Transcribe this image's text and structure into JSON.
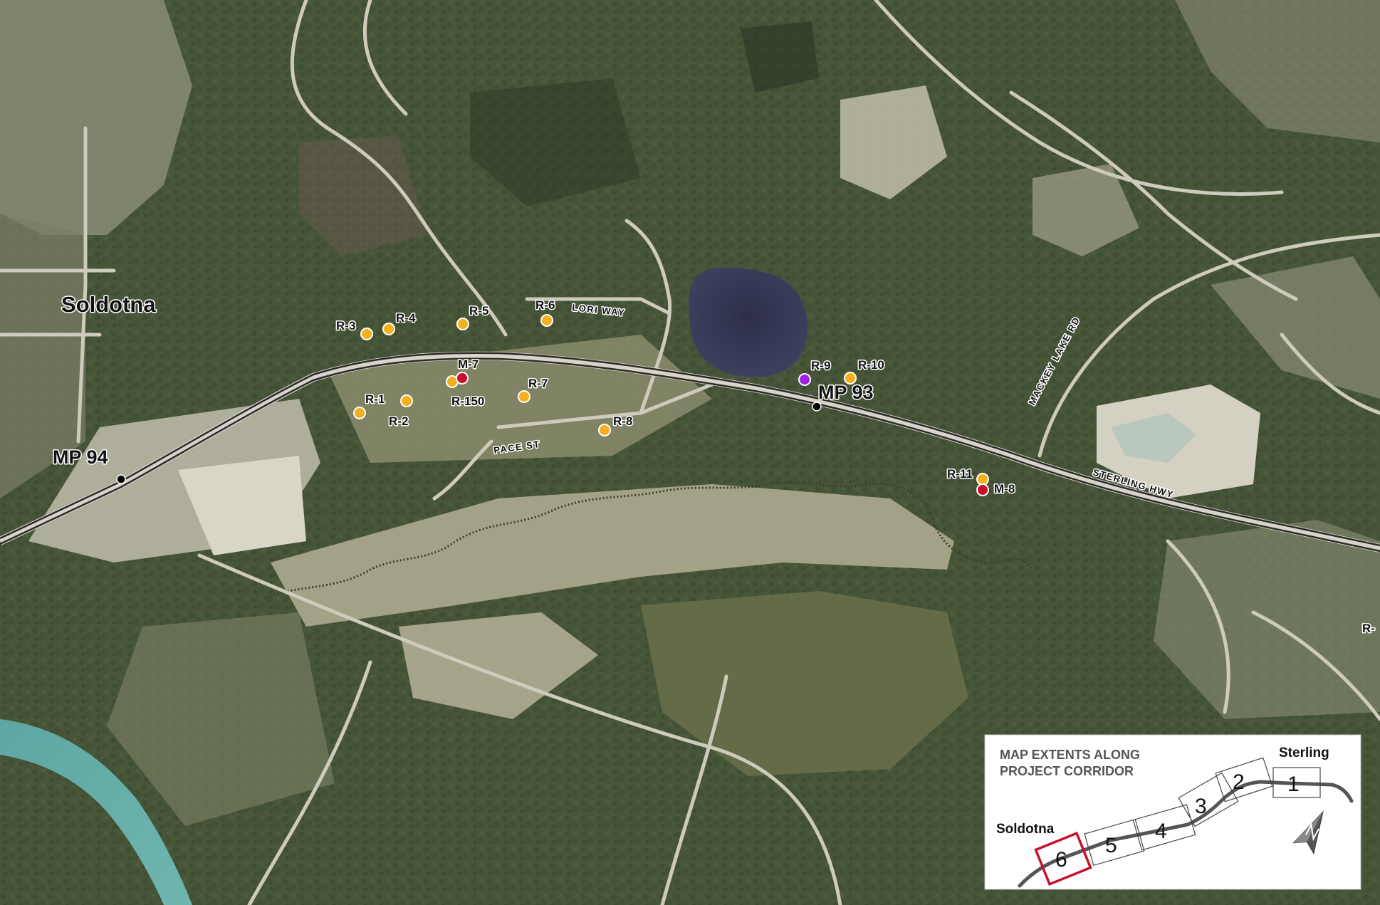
{
  "map": {
    "town_label": "Soldotna",
    "mileposts": [
      {
        "label": "MP 94"
      },
      {
        "label": "MP 93"
      }
    ],
    "roads": {
      "lori_way": "LORI WAY",
      "pace_st": "PACE ST",
      "mackey_lake_rd": "MACKEY LAKE RD",
      "sterling_hwy": "STERLING HWY"
    },
    "sites": [
      {
        "label": "R-1",
        "color": "#f2b01e"
      },
      {
        "label": "R-2",
        "color": "#f2b01e"
      },
      {
        "label": "R-3",
        "color": "#f2b01e"
      },
      {
        "label": "R-4",
        "color": "#f2b01e"
      },
      {
        "label": "R-5",
        "color": "#f2b01e"
      },
      {
        "label": "R-6",
        "color": "#f2b01e"
      },
      {
        "label": "R-7",
        "color": "#f2b01e"
      },
      {
        "label": "R-8",
        "color": "#f2b01e"
      },
      {
        "label": "R-9",
        "color": "#a020e0"
      },
      {
        "label": "R-10",
        "color": "#f2b01e"
      },
      {
        "label": "R-11",
        "color": "#f2b01e"
      },
      {
        "label": "R-150",
        "color": "#f2b01e"
      },
      {
        "label": "M-7",
        "color": "#c8102e"
      },
      {
        "label": "M-8",
        "color": "#c8102e"
      }
    ],
    "edge_label": "R-",
    "colors": {
      "residential_marker": "#f2b01e",
      "special_marker": "#a020e0",
      "monitoring_marker": "#c8102e",
      "highway": "#2b2b2b"
    }
  },
  "inset": {
    "title_line1": "MAP EXTENTS ALONG",
    "title_line2": "PROJECT CORRIDOR",
    "label_sterling": "Sterling",
    "label_soldotna": "Soldotna",
    "segments": [
      "1",
      "2",
      "3",
      "4",
      "5",
      "6"
    ],
    "highlight_segment": "6",
    "highlight_color": "#c8102e",
    "north_arrow": "north-arrow-icon"
  }
}
